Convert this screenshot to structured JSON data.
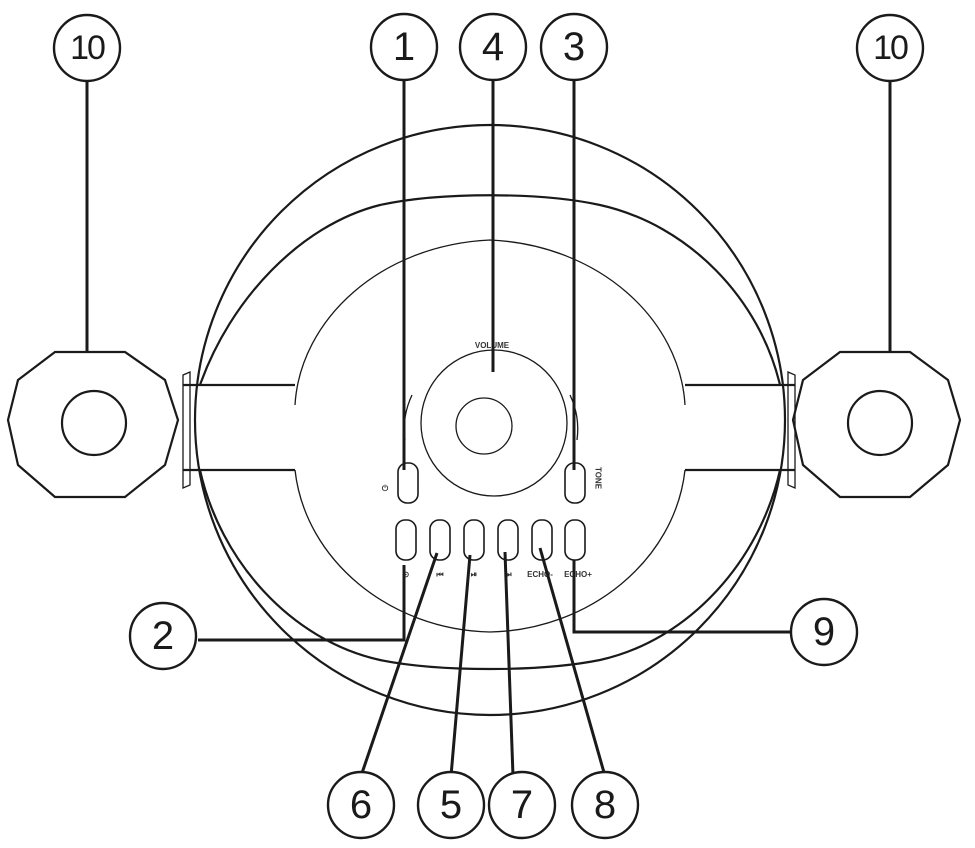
{
  "callouts": {
    "c10_left": "10",
    "c1": "1",
    "c4": "4",
    "c3": "3",
    "c10_right": "10",
    "c2": "2",
    "c9": "9",
    "c6": "6",
    "c5": "5",
    "c7": "7",
    "c8": "8"
  },
  "panel": {
    "volume_label": "VOLUME",
    "tone_label": "TONE",
    "echo_minus_label": "ECHO-",
    "echo_plus_label": "ECHO+",
    "power_symbol": "⏻",
    "prev_symbol": "⏮",
    "play_pause_symbol": "⏯",
    "next_symbol": "⏭",
    "mode_symbol": "⊙"
  }
}
